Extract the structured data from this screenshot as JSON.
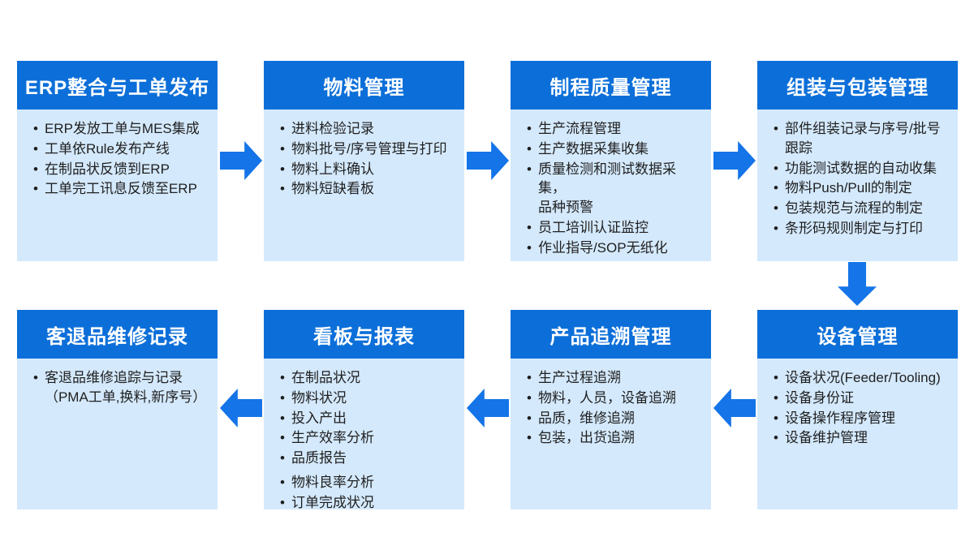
{
  "colors": {
    "header_blue": "#0c6fd9",
    "arrow_blue": "#1474e8",
    "body_bg": "#d4e9fc",
    "title_text": "#ffffff",
    "text_dark": "#1f1f1f",
    "page_bg": "#ffffff"
  },
  "boxes": [
    {
      "title": "ERP整合与工单发布",
      "items": [
        "ERP发放工单与MES集成",
        "工单依Rule发布产线",
        "在制品状反馈到ERP",
        "工单完工讯息反馈至ERP"
      ]
    },
    {
      "title": "物料管理",
      "items": [
        "进料检验记录",
        "物料批号/序号管理与打印",
        "物料上料确认",
        "物料短缺看板"
      ]
    },
    {
      "title": "制程质量管理",
      "items": [
        "生产流程管理",
        "生产数据采集收集",
        "质量检测和测试数据采集，\n品种预警",
        "员工培训认证监控",
        "作业指导/SOP无纸化"
      ]
    },
    {
      "title": "组装与包装管理",
      "items": [
        "部件组装记录与序号/批号\n跟踪",
        "功能测试数据的自动收集",
        "物料Push/Pull的制定",
        "包装规范与流程的制定",
        "条形码规则制定与打印"
      ]
    },
    {
      "title": "客退品维修记录",
      "items": [
        "客退品维修追踪与记录\n（PMA工单,换料,新序号）"
      ]
    },
    {
      "title": "看板与报表",
      "items": [
        "在制品状况",
        "物料状况",
        "投入产出",
        "生产效率分析",
        "品质报告",
        "物料良率分析",
        "订单完成状况"
      ]
    },
    {
      "title": "产品追溯管理",
      "items": [
        "生产过程追溯",
        "物料，人员，设备追溯",
        "品质，维修追溯",
        "包装，出货追溯"
      ]
    },
    {
      "title": "设备管理",
      "items": [
        "设备状况(Feeder/Tooling)",
        "设备身份证",
        "设备操作程序管理",
        "设备维护管理"
      ]
    }
  ],
  "bullet_glyph": "•"
}
